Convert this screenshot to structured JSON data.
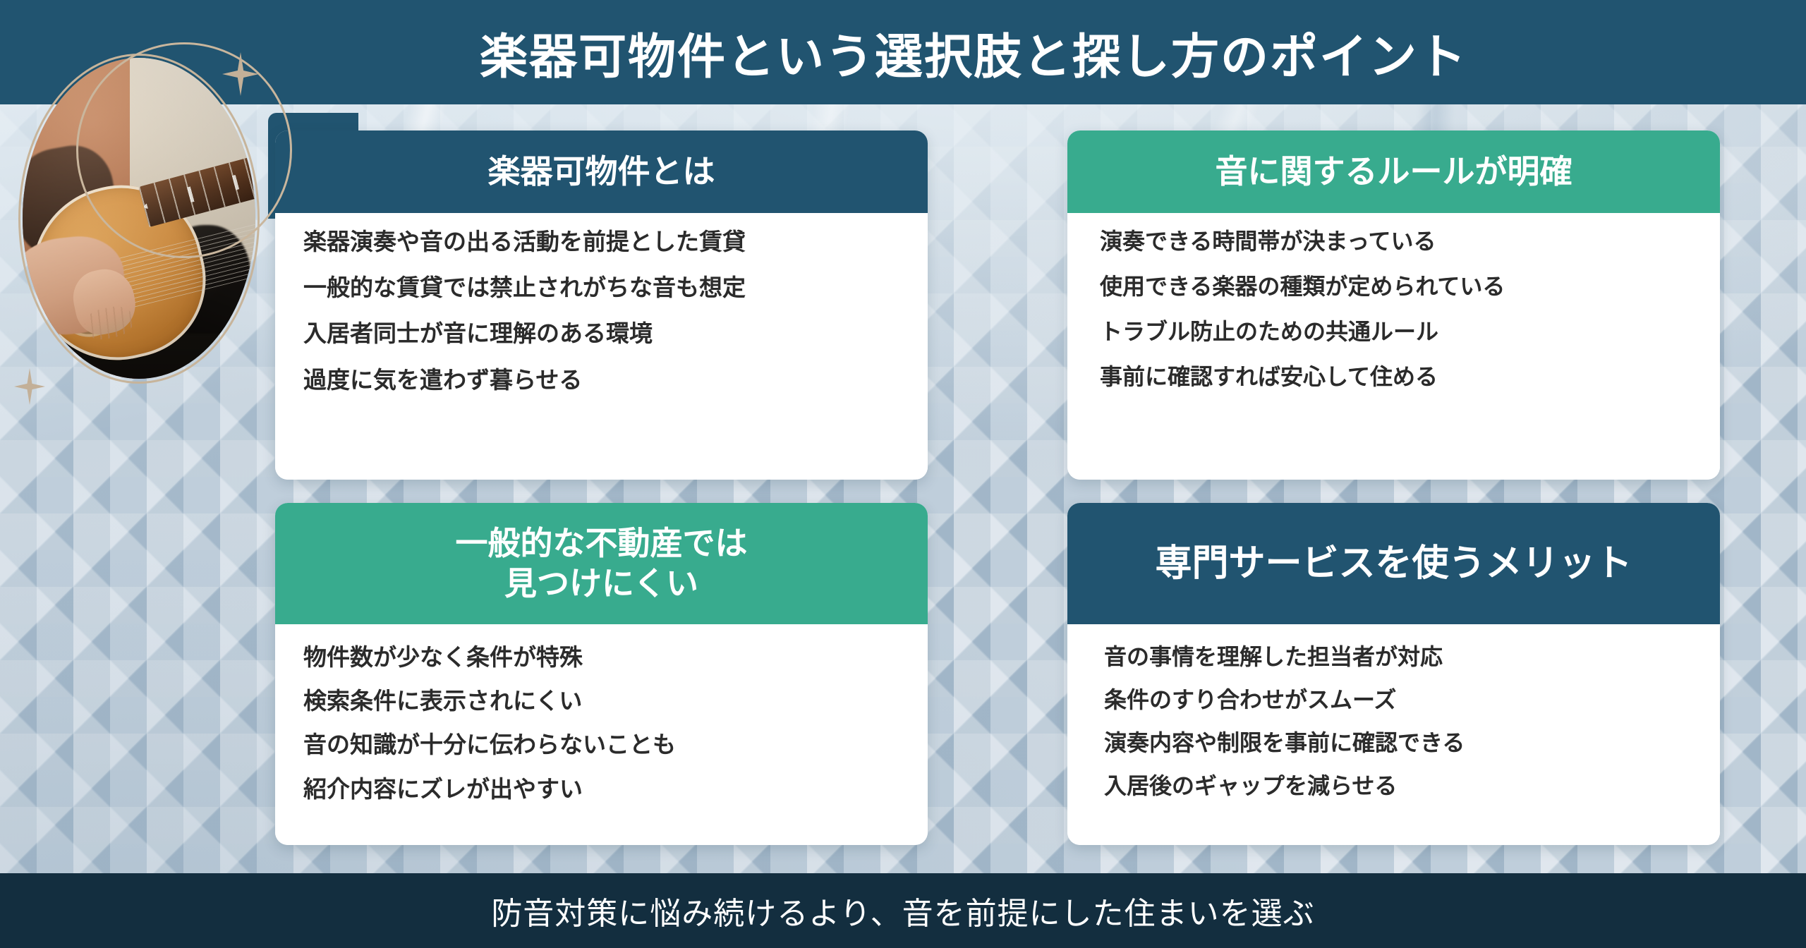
{
  "header": {
    "title": "楽器可物件という選択肢と探し方のポイント",
    "bg_color": "#215470"
  },
  "hero": {
    "photo_alt": "アコースティックギターを弾く人",
    "ring_color": "#c7b49a",
    "sparkle_color": "#c3b098"
  },
  "cards": [
    {
      "id": "card-1",
      "title": "楽器可物件とは",
      "head_color": "#215470",
      "bullets": [
        "楽器演奏や音の出る活動を前提とした賃貸",
        "一般的な賃貸では禁止されがちな音も想定",
        "入居者同士が音に理解のある環境",
        "過度に気を遣わず暮らせる"
      ]
    },
    {
      "id": "card-2",
      "title": "音に関するルールが明確",
      "head_color": "#38ab8e",
      "bullets": [
        "演奏できる時間帯が決まっている",
        "使用できる楽器の種類が定められている",
        "トラブル防止のための共通ルール",
        "事前に確認すれば安心して住める"
      ]
    },
    {
      "id": "card-3",
      "title_line1": "一般的な不動産では",
      "title_line2": "見つけにくい",
      "head_color": "#38ab8e",
      "bullets": [
        "物件数が少なく条件が特殊",
        "検索条件に表示されにくい",
        "音の知識が十分に伝わらないことも",
        "紹介内容にズレが出やすい"
      ]
    },
    {
      "id": "card-4",
      "title": "専門サービスを使うメリット",
      "head_color": "#215470",
      "bullets": [
        "音の事情を理解した担当者が対応",
        "条件のすり合わせがスムーズ",
        "演奏内容や制限を事前に確認できる",
        "入居後のギャップを減らせる"
      ]
    }
  ],
  "footer": {
    "text": "防音対策に悩み続けるより、音を前提にした住まいを選ぶ",
    "bg_color": "#132e3f"
  }
}
